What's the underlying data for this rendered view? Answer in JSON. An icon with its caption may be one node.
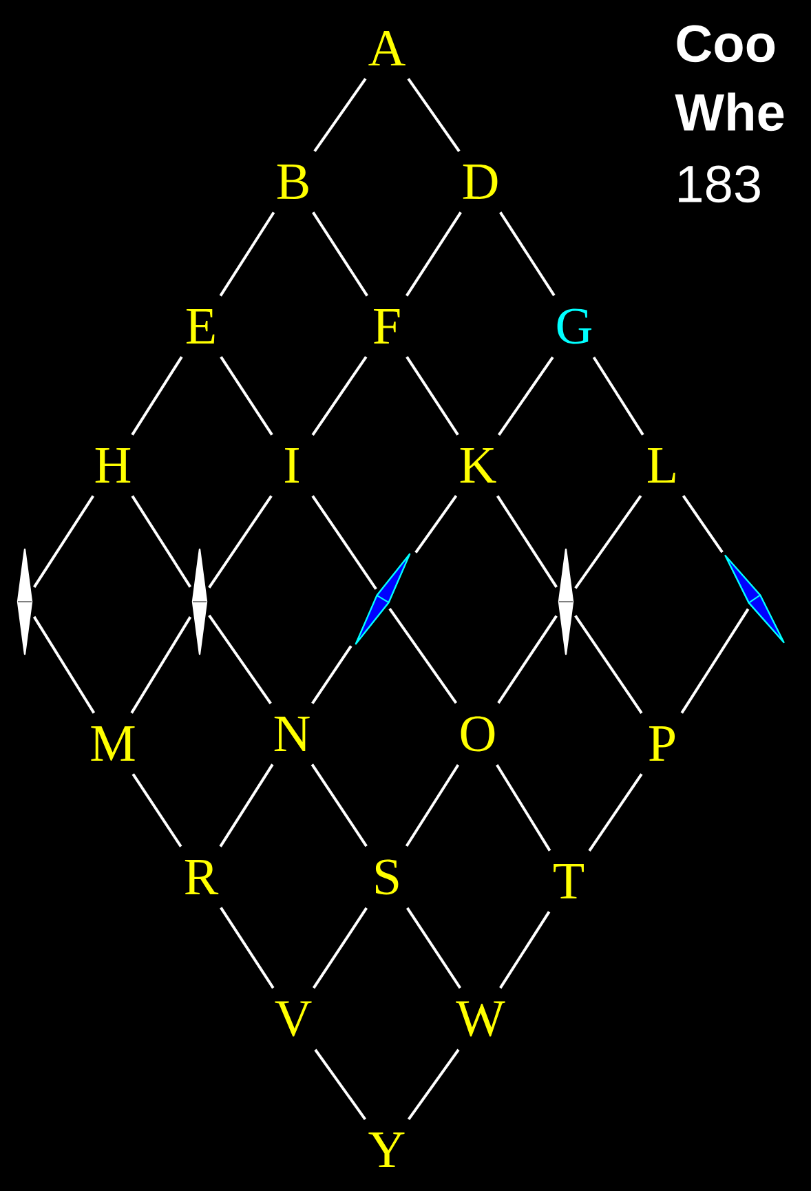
{
  "diagram": {
    "title": "Coo Whe",
    "nodes": [
      {
        "text": [
          "A"
        ]
      },
      {
        "text": [
          "B"
        ]
      },
      {
        "text": [
          "D"
        ]
      },
      {
        "text": [
          "E"
        ]
      },
      {
        "text": [
          "F"
        ]
      },
      {
        "text": [
          "G"
        ]
      },
      {
        "text": [
          "H"
        ]
      },
      {
        "text": [
          "I"
        ]
      },
      {
        "text": [
          "K"
        ]
      },
      {
        "text": [
          "L"
        ]
      },
      {
        "text": [],
        "shape": "needle"
      },
      {
        "text": [],
        "shape": "needle"
      },
      {
        "text": [],
        "shape": "needle"
      },
      {
        "text": [],
        "shape": "needle"
      },
      {
        "text": [],
        "shape": "needle"
      },
      {
        "text": [
          "M"
        ]
      },
      {
        "text": [
          "N"
        ]
      },
      {
        "text": [
          "O"
        ]
      },
      {
        "text": [
          "P"
        ]
      },
      {
        "text": [
          "R"
        ]
      },
      {
        "text": [
          "S"
        ]
      },
      {
        "text": [
          "T"
        ]
      },
      {
        "text": [
          "V"
        ]
      },
      {
        "text": [
          "W"
        ]
      },
      {
        "text": [
          "Y"
        ]
      }
    ],
    "edges": [
      {
        "from": 0,
        "to": 1,
        "arrow": "none"
      },
      {
        "from": 0,
        "to": 2,
        "arrow": "none"
      },
      {
        "from": 1,
        "to": 3,
        "arrow": "none"
      },
      {
        "from": 1,
        "to": 4,
        "arrow": "none"
      },
      {
        "from": 2,
        "to": 4,
        "arrow": "none"
      },
      {
        "from": 2,
        "to": 5,
        "arrow": "none"
      },
      {
        "from": 3,
        "to": 6,
        "arrow": "none"
      },
      {
        "from": 3,
        "to": 7,
        "arrow": "none"
      },
      {
        "from": 4,
        "to": 7,
        "arrow": "none"
      },
      {
        "from": 4,
        "to": 8,
        "arrow": "none"
      },
      {
        "from": 5,
        "to": 8,
        "arrow": "none"
      },
      {
        "from": 5,
        "to": 9,
        "arrow": "none"
      },
      {
        "from": 6,
        "to": 10,
        "arrow": "none"
      },
      {
        "from": 6,
        "to": 11,
        "arrow": "none"
      },
      {
        "from": 7,
        "to": 11,
        "arrow": "none"
      },
      {
        "from": 7,
        "to": 12,
        "arrow": "none"
      },
      {
        "from": 8,
        "to": 12,
        "arrow": "none"
      },
      {
        "from": 8,
        "to": 13,
        "arrow": "none"
      },
      {
        "from": 9,
        "to": 13,
        "arrow": "none"
      },
      {
        "from": 9,
        "to": 14,
        "arrow": "none"
      },
      {
        "from": 10,
        "to": 15,
        "arrow": "none"
      },
      {
        "from": 11,
        "to": 15,
        "arrow": "none"
      },
      {
        "from": 11,
        "to": 16,
        "arrow": "none"
      },
      {
        "from": 12,
        "to": 16,
        "arrow": "none"
      },
      {
        "from": 12,
        "to": 17,
        "arrow": "none"
      },
      {
        "from": 13,
        "to": 17,
        "arrow": "none"
      },
      {
        "from": 13,
        "to": 18,
        "arrow": "none"
      },
      {
        "from": 14,
        "to": 18,
        "arrow": "none"
      },
      {
        "from": 15,
        "to": 19,
        "arrow": "none"
      },
      {
        "from": 16,
        "to": 19,
        "arrow": "none"
      },
      {
        "from": 16,
        "to": 20,
        "arrow": "none"
      },
      {
        "from": 17,
        "to": 20,
        "arrow": "none"
      },
      {
        "from": 17,
        "to": 21,
        "arrow": "none"
      },
      {
        "from": 18,
        "to": 21,
        "arrow": "none"
      },
      {
        "from": 19,
        "to": 22,
        "arrow": "none"
      },
      {
        "from": 20,
        "to": 22,
        "arrow": "none"
      },
      {
        "from": 20,
        "to": 23,
        "arrow": "none"
      },
      {
        "from": 21,
        "to": 23,
        "arrow": "none"
      },
      {
        "from": 22,
        "to": 24,
        "arrow": "none"
      },
      {
        "from": 23,
        "to": 24,
        "arrow": "none"
      }
    ],
    "labels": [
      "183"
    ]
  }
}
